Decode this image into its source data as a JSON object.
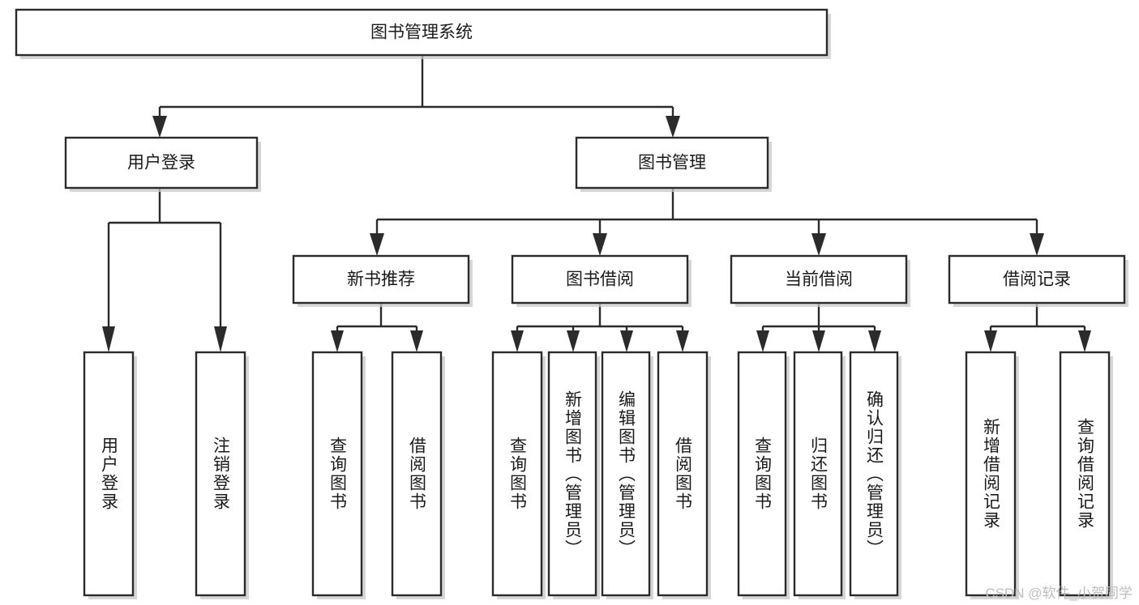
{
  "diagram": {
    "type": "tree",
    "title": "图书管理系统",
    "watermark": "CSDN @软件_小贺同学",
    "colors": {
      "background": "#ffffff",
      "stroke": "#2b2b2b",
      "text": "#1a1a1a",
      "shadow": "#c8c8c8",
      "watermark": "#bdbdbd"
    },
    "root": {
      "label": "图书管理系统"
    },
    "level2": [
      {
        "label": "用户登录"
      },
      {
        "label": "图书管理"
      }
    ],
    "level3": [
      {
        "label": "新书推荐"
      },
      {
        "label": "图书借阅"
      },
      {
        "label": "当前借阅"
      },
      {
        "label": "借阅记录"
      }
    ],
    "leaves": {
      "user_login": [
        {
          "label": "用户登录"
        },
        {
          "label": "注销登录"
        }
      ],
      "new_book": [
        {
          "label": "查询图书"
        },
        {
          "label": "借阅图书"
        }
      ],
      "book_borrow": [
        {
          "label": "查询图书"
        },
        {
          "label": "新增图书（管理员）"
        },
        {
          "label": "编辑图书（管理员）"
        },
        {
          "label": "借阅图书"
        }
      ],
      "current_borrow": [
        {
          "label": "查询图书"
        },
        {
          "label": "归还图书"
        },
        {
          "label": "确认归还（管理员）"
        }
      ],
      "borrow_record": [
        {
          "label": "新增借阅记录"
        },
        {
          "label": "查询借阅记录"
        }
      ]
    }
  }
}
